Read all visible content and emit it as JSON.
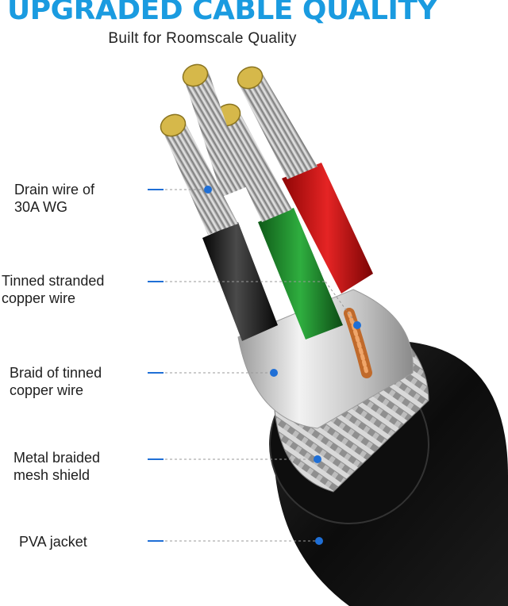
{
  "title": "UPGRADED CABLE QUALITY",
  "subtitle": "Built for Roomscale Quality",
  "colors": {
    "accent": "#1a9be0",
    "marker": "#1f6fd6",
    "jacket": "#111111",
    "wire_red": "#c81010",
    "wire_green": "#1d8a2b",
    "wire_black": "#1a1a1a"
  },
  "labels": {
    "drain_wire": {
      "line1": "Drain wire  of",
      "line2": "30A WG"
    },
    "tinned_stranded": {
      "line1": "Tinned stranded",
      "line2": "copper wire"
    },
    "braid_tinned": {
      "line1": "Braid of tinned",
      "line2": "copper wire"
    },
    "metal_braided": {
      "line1": "Metal braided",
      "line2": "mesh shield"
    },
    "pva_jacket": {
      "line1": "PVA jacket"
    }
  }
}
